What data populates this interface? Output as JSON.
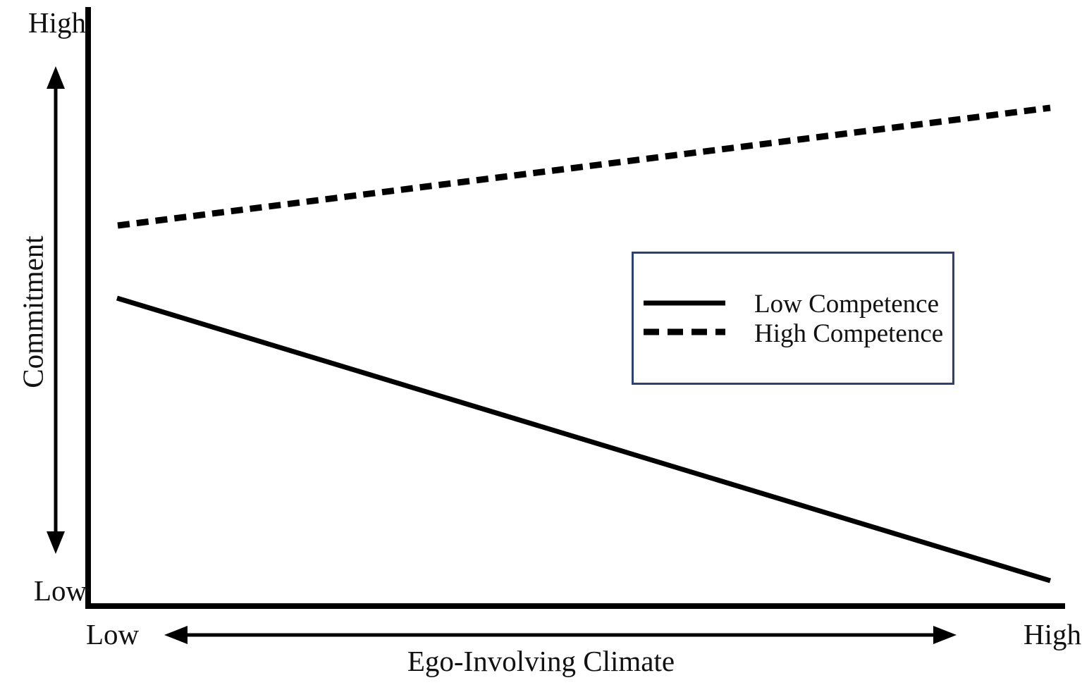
{
  "chart_data": {
    "type": "line",
    "title": "",
    "subtitle": "",
    "xlabel": "Ego-Involving Climate",
    "ylabel": "Commitment",
    "x_tick_labels": [
      "Low",
      "High"
    ],
    "y_tick_labels": [
      "High",
      "Low"
    ],
    "x": [
      "Low",
      "High"
    ],
    "xlim": [
      "Low",
      "High"
    ],
    "ylim": [
      "Low",
      "High"
    ],
    "grid": false,
    "legend_position": "center-right",
    "annotations": [
      "Vertical double-headed arrow beside y-axis indicating Low to High range",
      "Horizontal double-headed arrow below x-axis indicating Low to High range"
    ],
    "series": [
      {
        "name": "Low Competence",
        "style": "solid",
        "color": "#000000",
        "values": [
          0.64,
          0.07
        ],
        "start_label": "moderate",
        "end_label": "low",
        "trend": "decreasing"
      },
      {
        "name": "High Competence",
        "style": "dashed",
        "color": "#000000",
        "values": [
          0.76,
          0.92
        ],
        "start_label": "moderately high",
        "end_label": "high",
        "trend": "increasing"
      }
    ]
  },
  "axes": {
    "y_top_label": "High",
    "y_bottom_label": "Low",
    "y_title": "Commitment",
    "x_left_label": "Low",
    "x_right_label": "High",
    "x_title": "Ego-Involving Climate"
  },
  "legend": {
    "border_color": "#2e4272",
    "entries": [
      {
        "label": "Low Competence",
        "style": "solid"
      },
      {
        "label": "High Competence",
        "style": "dashed"
      }
    ]
  },
  "colors": {
    "line": "#000000",
    "axis": "#000000",
    "legend_border": "#2e4272",
    "background": "#ffffff"
  }
}
